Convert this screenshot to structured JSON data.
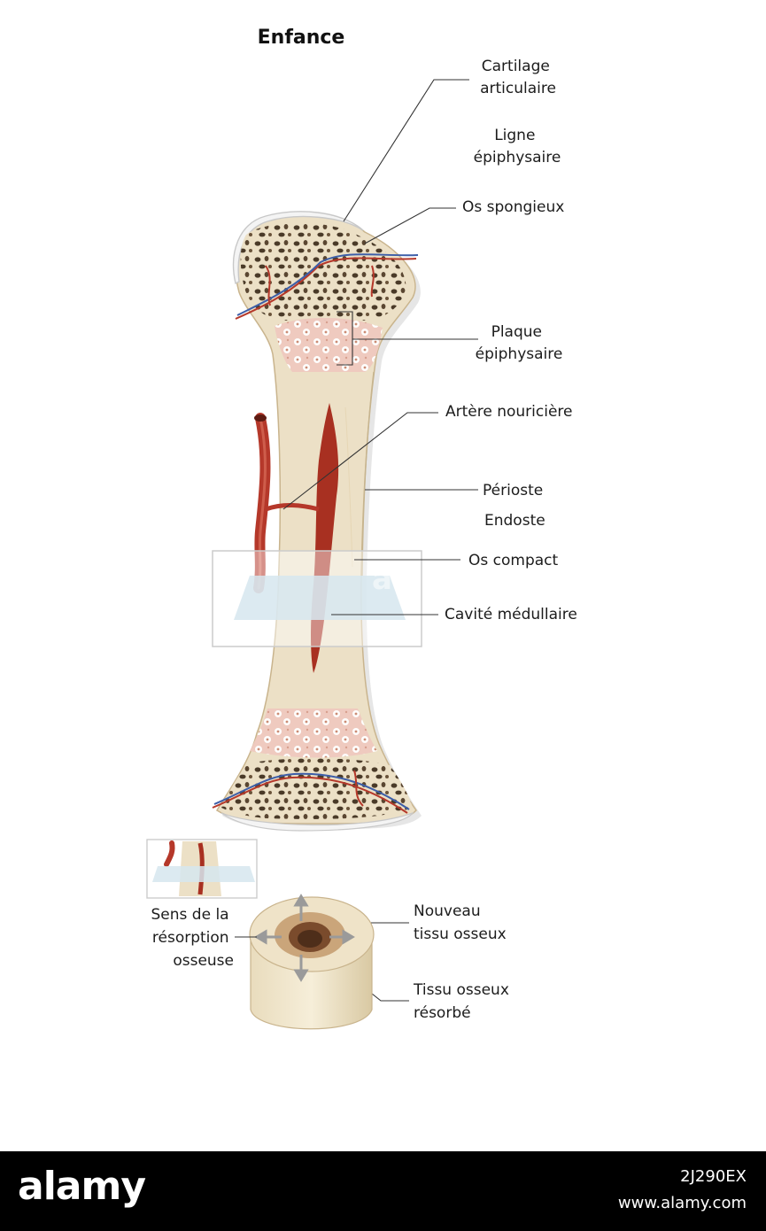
{
  "title": "Enfance",
  "labels": {
    "cartilage": [
      "Cartilage",
      "articulaire"
    ],
    "ligne": [
      "Ligne",
      "épiphysaire"
    ],
    "spongieux": "Os spongieux",
    "plaque": [
      "Plaque",
      "épiphysaire"
    ],
    "artere": "Artère nouricière",
    "perioste": "Périoste",
    "endoste": "Endoste",
    "compact": "Os compact",
    "cavite": "Cavité médullaire",
    "sens": [
      "Sens de la",
      "résorption",
      "osseuse"
    ],
    "nouveau": [
      "Nouveau",
      "tissu osseux"
    ],
    "resorbe": [
      "Tissu osseux",
      "résorbé"
    ]
  },
  "watermark": "alamy",
  "footer": {
    "logo": "alamy",
    "image_id": "2J290EX",
    "url": "www.alamy.com"
  },
  "colors": {
    "bone": "#ece0c6",
    "bone_edge": "#c9b48d",
    "cartilage": "#f3f3f3",
    "growth_plate": "#efc9bf",
    "artery": "#b5382a",
    "vein": "#3d5ea8",
    "cavity": "#a83021",
    "zoom_band": "#d6e6ef"
  }
}
